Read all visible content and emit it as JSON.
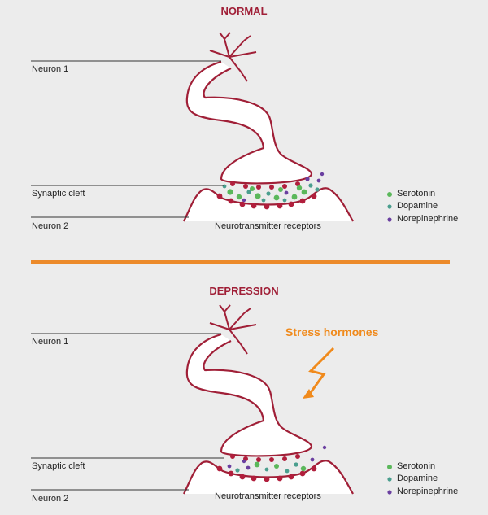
{
  "colors": {
    "neuron_stroke": "#a01f37",
    "receptor": "#b11e3c",
    "divider": "#ec8a2a",
    "stress": "#f08a1c",
    "serotonin": "#5bb85b",
    "dopamine": "#4a9e8e",
    "norepinephrine": "#6a3fa0"
  },
  "normal": {
    "title": "NORMAL",
    "labels": {
      "neuron1": "Neuron 1",
      "synaptic_cleft": "Synaptic cleft",
      "neuron2": "Neuron 2",
      "receptors": "Neurotransmitter receptors"
    },
    "legend": [
      "Serotonin",
      "Dopamine",
      "Norepinephrine"
    ]
  },
  "depression": {
    "title": "DEPRESSION",
    "stress_label": "Stress hormones",
    "labels": {
      "neuron1": "Neuron 1",
      "synaptic_cleft": "Synaptic cleft",
      "neuron2": "Neuron 2",
      "receptors": "Neurotransmitter receptors"
    },
    "legend": [
      "Serotonin",
      "Dopamine",
      "Norepinephrine"
    ]
  }
}
